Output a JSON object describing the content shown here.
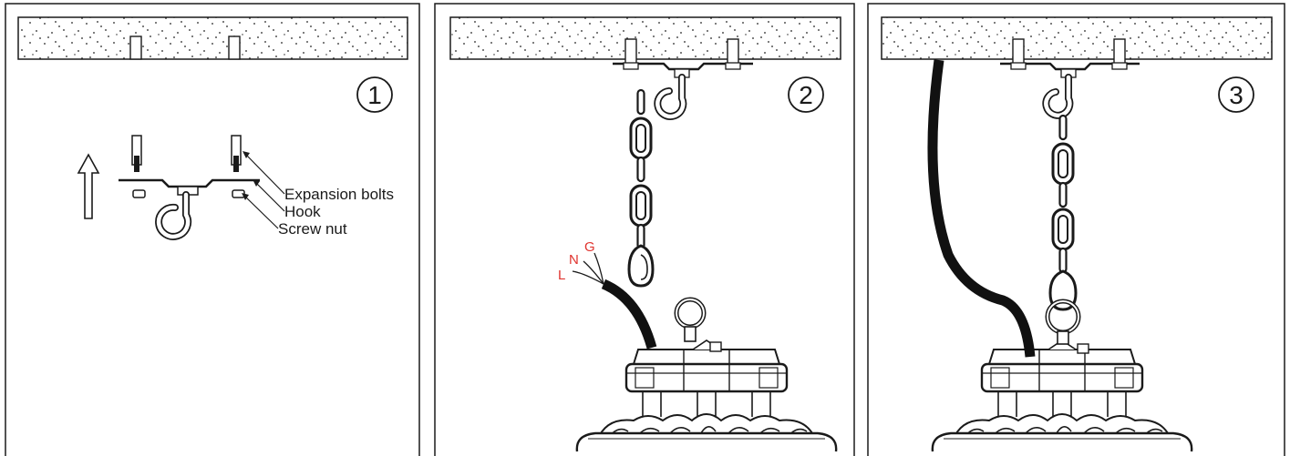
{
  "panels": [
    {
      "number": "1",
      "labels": {
        "expansion_bolts": "Expansion bolts",
        "hook": "Hook",
        "screw_nut": "Screw nut"
      }
    },
    {
      "number": "2",
      "wires": {
        "l": "L",
        "n": "N",
        "g": "G"
      }
    },
    {
      "number": "3"
    }
  ],
  "colors": {
    "line": "#1a1a1a",
    "wire_label": "#e0342f",
    "cable": "#111111",
    "background": "#ffffff"
  },
  "icons": [
    "up-arrow-icon",
    "hook-icon",
    "chain-icon",
    "eye-bolt-icon",
    "carabiner-icon",
    "high-bay-light-icon"
  ]
}
